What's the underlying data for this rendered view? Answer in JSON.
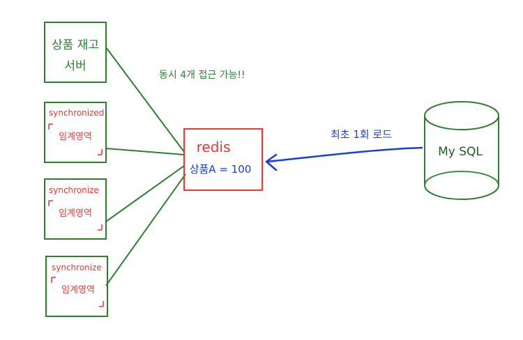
{
  "colors": {
    "green": "#2e7d32",
    "red": "#e53935",
    "blue": "#1a3fd6",
    "dark": "#1f5c27"
  },
  "server": {
    "line1": "상품 재고",
    "line2": "서버"
  },
  "annotation": "동시 4개 접근 가능!!",
  "threads": [
    {
      "keyword": "synchronized",
      "label": "임계영역"
    },
    {
      "keyword": "synchronize",
      "label": "임계영역"
    },
    {
      "keyword": "synchronize",
      "label": "임계영역"
    }
  ],
  "redis": {
    "title": "redis",
    "value": "상품A = 100"
  },
  "load_label": "최초 1회 로드",
  "database": {
    "label": "My SQL"
  }
}
